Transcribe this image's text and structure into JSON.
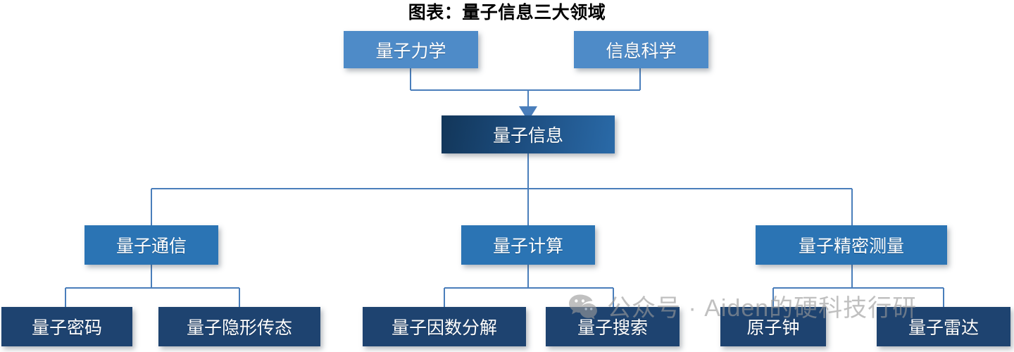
{
  "title": "图表：量子信息三大领域",
  "nodes": {
    "top": [
      {
        "id": "quantum-mechanics",
        "label": "量子力学"
      },
      {
        "id": "information-science",
        "label": "信息科学"
      }
    ],
    "root": {
      "id": "quantum-information",
      "label": "量子信息"
    },
    "mid": [
      {
        "id": "quantum-communication",
        "label": "量子通信"
      },
      {
        "id": "quantum-computing",
        "label": "量子计算"
      },
      {
        "id": "quantum-precision-measurement",
        "label": "量子精密测量"
      }
    ],
    "leaves": [
      {
        "id": "quantum-cryptography",
        "label": "量子密码"
      },
      {
        "id": "quantum-teleportation",
        "label": "量子隐形传态"
      },
      {
        "id": "quantum-factoring",
        "label": "量子因数分解"
      },
      {
        "id": "quantum-search",
        "label": "量子搜索"
      },
      {
        "id": "atomic-clock",
        "label": "原子钟"
      },
      {
        "id": "quantum-radar",
        "label": "量子雷达"
      }
    ]
  },
  "watermark": {
    "icon": "wechat-icon",
    "text": "公众号 · Aiden的硬科技行研"
  },
  "colors": {
    "top_box": "#4e8bc8",
    "root_box_dark": "#123659",
    "root_box_light": "#2a6aa8",
    "mid_box": "#2b74b4",
    "leaf_box": "#1e4370",
    "connector": "#4a7ebb",
    "title_text": "#000000",
    "box_text": "#ffffff",
    "background": "#ffffff",
    "watermark_text": "#9b9b9b"
  }
}
